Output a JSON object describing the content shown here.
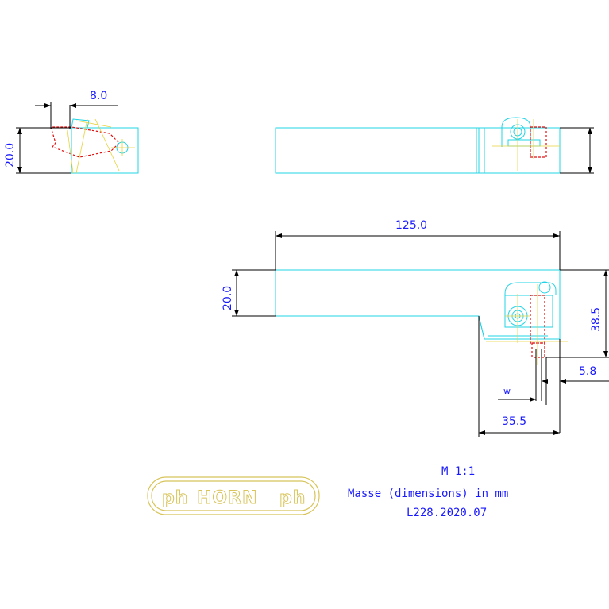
{
  "dimensions": {
    "top_left_width": "8.0",
    "top_left_height": "20.0",
    "overall_length": "125.0",
    "shank_height": "20.0",
    "total_height": "38.5",
    "offset": "5.8",
    "width_symbol": "w",
    "head_length": "35.5"
  },
  "notes": {
    "scale": "M 1:1",
    "units": "Masse (dimensions) in mm",
    "part_number": "L228.2020.07"
  },
  "logo": {
    "text": "HORN",
    "mark_left": "ph",
    "mark_right": "ph"
  },
  "colors": {
    "outline": "#22d4e6",
    "dimension": "#000000",
    "dimension_text": "#1a1aff",
    "hidden": "#e01010",
    "centerline": "#e8d23a",
    "logo": "#d8c45a"
  }
}
